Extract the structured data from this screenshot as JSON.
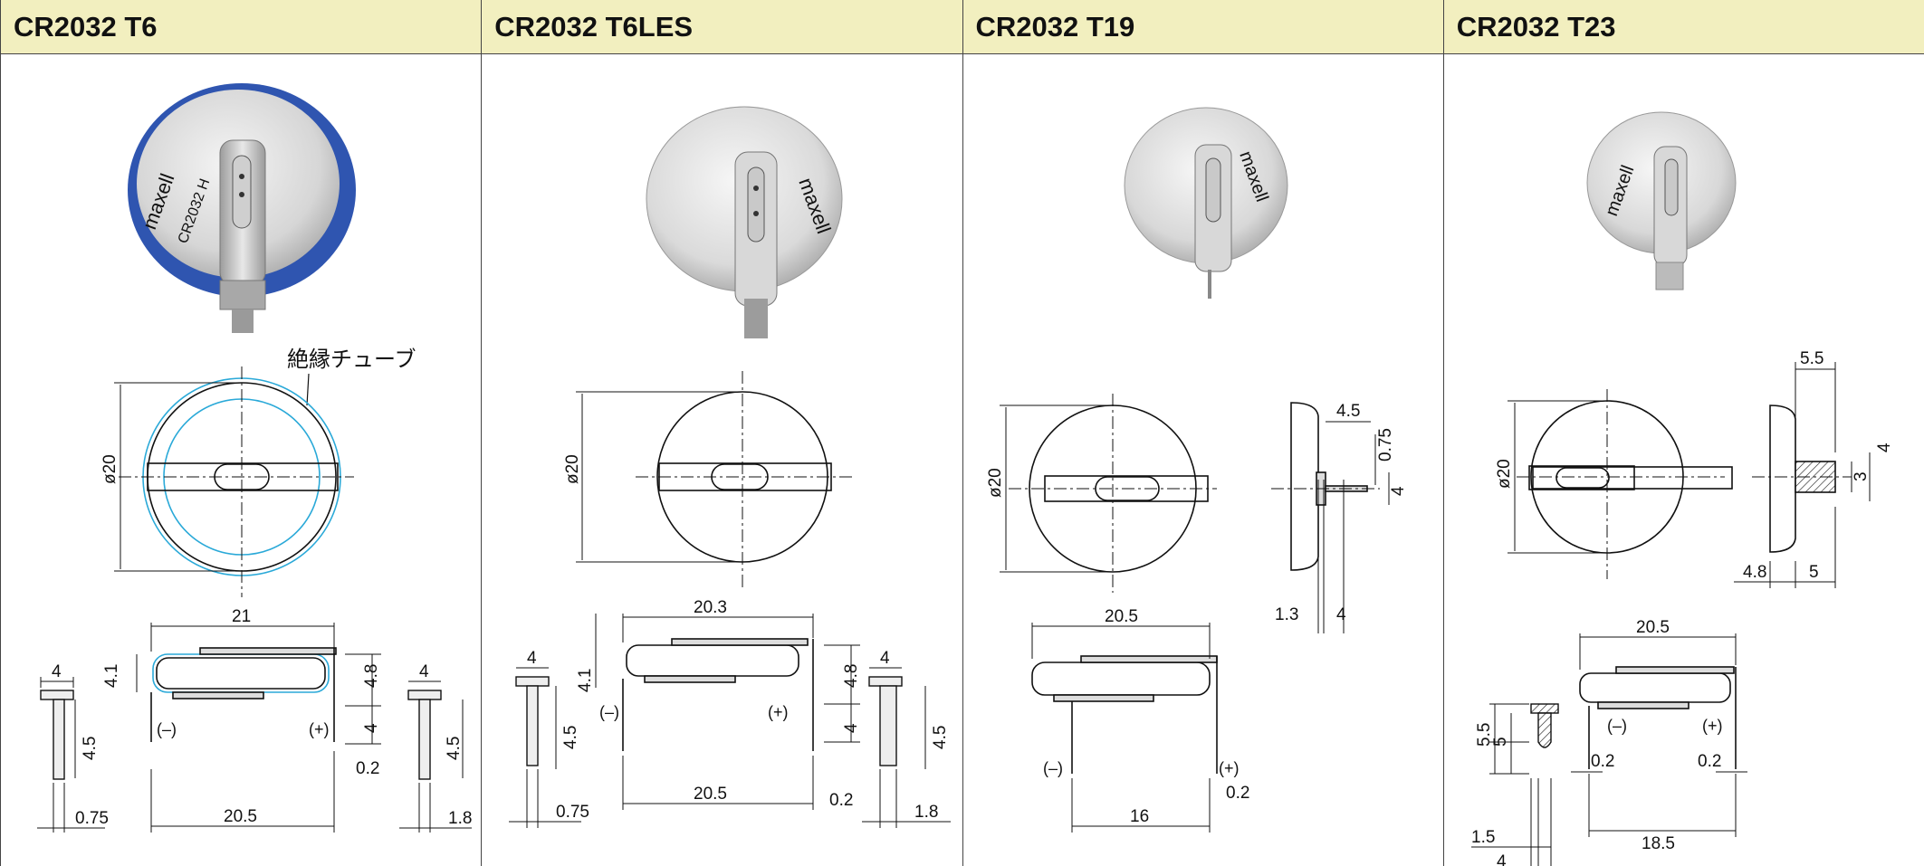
{
  "columns": [
    {
      "title": "CR2032 T6",
      "note": "絶縁チューブ",
      "dims": {
        "dia": "ø20",
        "w_top": "21",
        "w_bottom": "20.5",
        "h_total": "4.1",
        "h_tab": "4.8",
        "h_low": "4",
        "gap": "0.2",
        "side_w": "4",
        "side_h": "4.5",
        "pin": "0.75",
        "side_w2": "4",
        "side_h2": "4.5",
        "pin2": "1.8",
        "neg": "(–)",
        "pos": "(+)"
      }
    },
    {
      "title": "CR2032 T6LES",
      "dims": {
        "dia": "ø20",
        "w_top": "20.3",
        "w_bottom": "20.5",
        "h_total": "4.1",
        "h_tab": "4.8",
        "h_low": "4",
        "gap": "0.2",
        "side_w": "4",
        "side_h": "4.5",
        "pin": "0.75",
        "side_w2": "4",
        "side_h2": "4.5",
        "pin2": "1.8",
        "neg": "(–)",
        "pos": "(+)"
      }
    },
    {
      "title": "CR2032 T19",
      "dims": {
        "dia": "ø20",
        "tab_w": "4.5",
        "tab_t": "0.75",
        "tab_h": "4",
        "pin_off": "1.3",
        "pin_len": "4",
        "w_top": "20.5",
        "w_bottom": "16",
        "gap": "0.2",
        "neg": "(–)",
        "pos": "(+)"
      }
    },
    {
      "title": "CR2032 T23",
      "dims": {
        "dia": "ø20",
        "tab_w": "5.5",
        "tab_h": "4",
        "tab_t": "3",
        "off1": "4.8",
        "off2": "5",
        "w_top": "20.5",
        "w_bottom": "18.5",
        "gap1": "0.2",
        "gap2": "0.2",
        "h1": "5.5",
        "h2": "5",
        "pin_a": "1.5",
        "pin_b": "4",
        "neg": "(–)",
        "pos": "(+)"
      }
    }
  ]
}
